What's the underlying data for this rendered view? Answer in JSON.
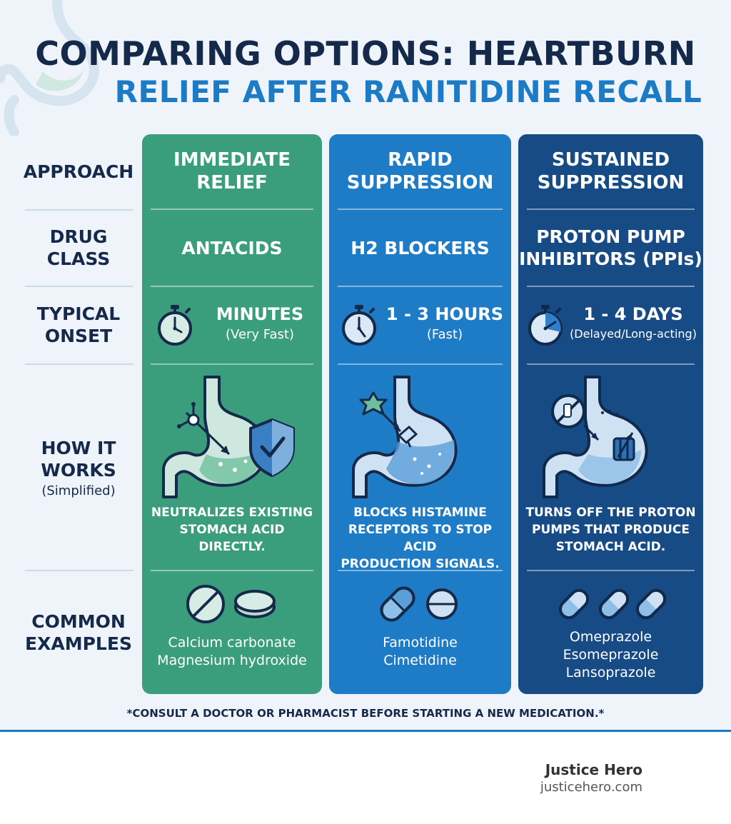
{
  "title": {
    "line1": "COMPARING OPTIONS: HEARTBURN",
    "line2": "RELIEF AFTER RANITIDINE RECALL"
  },
  "row_labels": {
    "approach": "APPROACH",
    "drug_class_1": "DRUG",
    "drug_class_2": "CLASS",
    "onset_1": "TYPICAL",
    "onset_2": "ONSET",
    "how_1": "HOW IT",
    "how_2": "WORKS",
    "how_sub": "(Simplified)",
    "examples_1": "COMMON",
    "examples_2": "EXAMPLES"
  },
  "columns": [
    {
      "approach_1": "IMMEDIATE",
      "approach_2": "RELIEF",
      "class_1": "ANTACIDS",
      "class_2": "",
      "onset": "MINUTES",
      "onset_sub": "(Very Fast)",
      "desc_1": "NEUTRALIZES EXISTING",
      "desc_2": "STOMACH ACID",
      "desc_3": "DIRECTLY.",
      "example_1": "Calcium carbonate",
      "example_2": "Magnesium hydroxide",
      "example_3": "",
      "color": "#3a9e7c"
    },
    {
      "approach_1": "RAPID",
      "approach_2": "SUPPRESSION",
      "class_1": "H2 BLOCKERS",
      "class_2": "",
      "onset": "1 - 3 HOURS",
      "onset_sub": "(Fast)",
      "desc_1": "BLOCKS HISTAMINE",
      "desc_2": "RECEPTORS TO STOP ACID",
      "desc_3": "PRODUCTION SIGNALS.",
      "example_1": "Famotidine",
      "example_2": "Cimetidine",
      "example_3": "",
      "color": "#1e7cc6"
    },
    {
      "approach_1": "SUSTAINED",
      "approach_2": "SUPPRESSION",
      "class_1": "PROTON PUMP",
      "class_2": "INHIBITORS (PPIs)",
      "onset": "1 - 4 DAYS",
      "onset_sub": "(Delayed/Long-acting)",
      "desc_1": "TURNS OFF THE PROTON",
      "desc_2": "PUMPS THAT PRODUCE",
      "desc_3": "STOMACH ACID.",
      "example_1": "Omeprazole",
      "example_2": "Esomeprazole",
      "example_3": "Lansoprazole",
      "color": "#174b85"
    }
  ],
  "footnote": "*CONSULT A DOCTOR OR PHARMACIST BEFORE STARTING A NEW MEDICATION.*",
  "brand": {
    "name": "Justice Hero",
    "url": "justicehero.com"
  },
  "icons": [
    "stomach-outline-icon",
    "stopwatch-icon",
    "stomach-shield-icon",
    "stomach-blocker-icon",
    "stomach-pump-icon",
    "tablet-icon",
    "capsule-icon"
  ]
}
